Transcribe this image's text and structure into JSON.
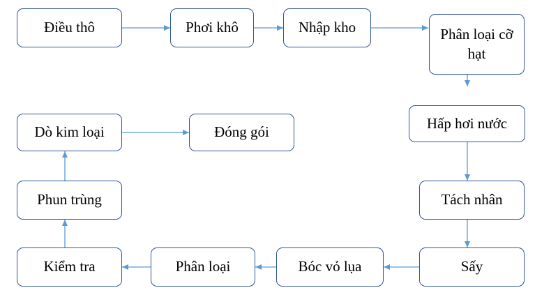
{
  "nodes": {
    "dieu_tho": "Điều thô",
    "phoi_kho": "Phơi khô",
    "nhap_kho": "Nhập kho",
    "phan_loai_co_hat": "Phân loại cỡ hạt",
    "hap_hoi_nuoc": "Hấp hơi nước",
    "tach_nhan": "Tách nhân",
    "say": "Sấy",
    "boc_vo_lua": "Bóc vỏ lụa",
    "phan_loai": "Phân loại",
    "kiem_tra": "Kiểm tra",
    "phun_trung": "Phun trùng",
    "do_kim_loai": "Dò kim loại",
    "dong_goi": "Đóng gói"
  },
  "colors": {
    "box_border": "#2f5597",
    "arrow": "#5b9bd5",
    "text": "#000000"
  }
}
